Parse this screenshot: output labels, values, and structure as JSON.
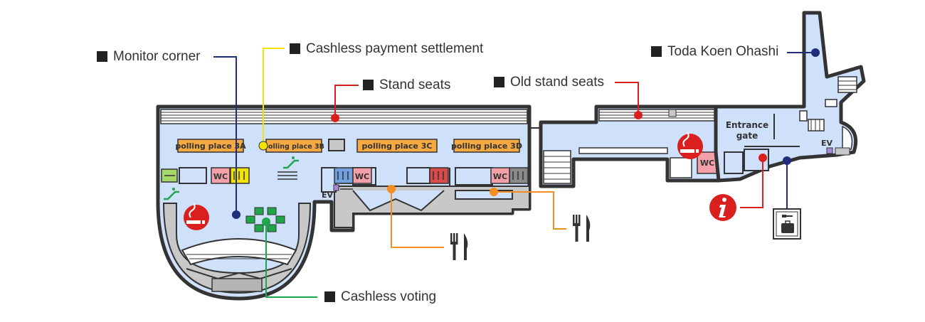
{
  "legend": {
    "monitor_corner": "Monitor corner",
    "cashless_payment": "Cashless payment settlement",
    "stand_seats": "Stand seats",
    "old_stand_seats": "Old stand seats",
    "toda_koen_ohashi": "Toda Koen Ohashi",
    "cashless_voting": "Cashless voting"
  },
  "polling_places": [
    "polling place 3A",
    "polling place 3B",
    "polling place 3C",
    "polling place 3D"
  ],
  "labels": {
    "wc": "WC",
    "ev": "EV",
    "entrance_line1": "Entrance",
    "entrance_line2": "gate"
  },
  "icons": [
    "restaurant-icon",
    "information-icon",
    "coin-locker-icon",
    "smoking-area-icon",
    "escalator-icon"
  ],
  "colors": {
    "floor": "#cfe0fb",
    "outline": "#333333",
    "stand": "#c8c8c8",
    "polling": "#f7a941",
    "wc": "#f4a0a8",
    "red_marker": "#d9201f",
    "navy_marker": "#1f2e7a",
    "yellow_marker": "#f2e400",
    "green_marker": "#20a64a",
    "orange_marker": "#f58e23"
  }
}
